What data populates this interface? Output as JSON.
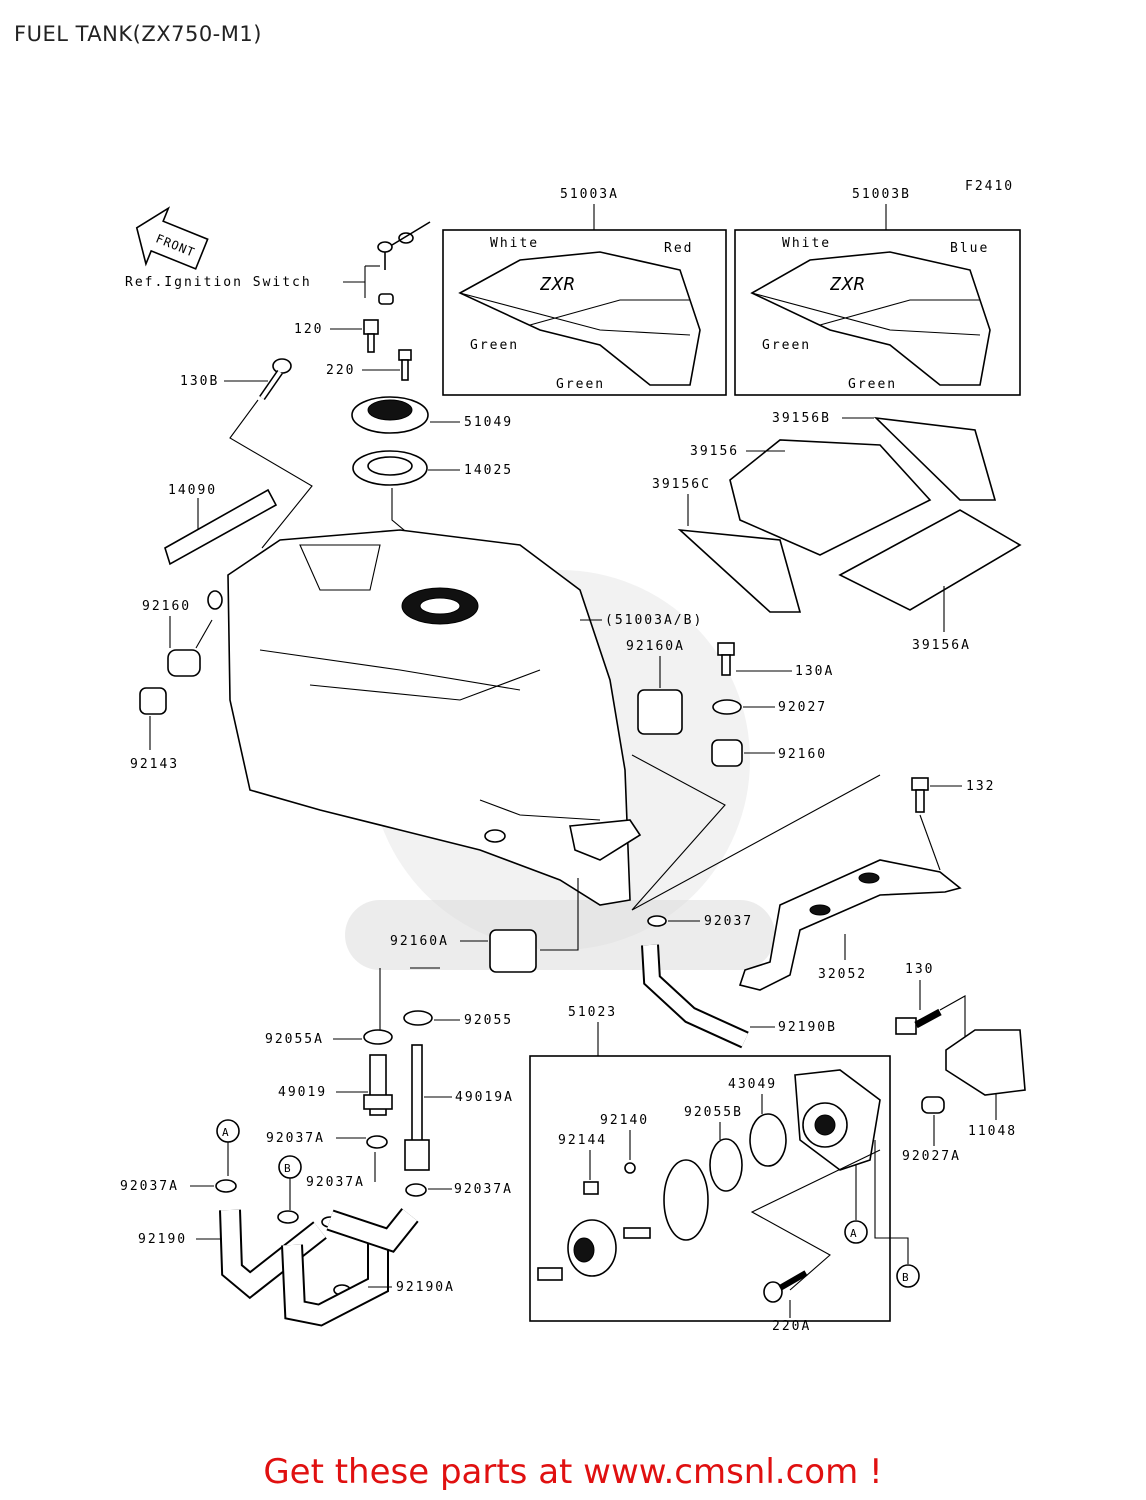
{
  "page": {
    "title": "FUEL TANK(ZX750-M1)"
  },
  "figure_code": "F2410",
  "front_arrow": "FRONT",
  "ref_note": "Ref.Ignition Switch",
  "decal_panels": [
    {
      "part": "51003A",
      "labels": {
        "top_left": "White",
        "top_right": "Red",
        "left": "Green",
        "bottom": "Green"
      },
      "logo": "ZXR"
    },
    {
      "part": "51003B",
      "labels": {
        "top_left": "White",
        "top_right": "Blue",
        "left": "Green",
        "bottom": "Green"
      },
      "logo": "ZXR"
    }
  ],
  "parts": {
    "p120": "120",
    "p220": "220",
    "p130B": "130B",
    "p51049": "51049",
    "p14025": "14025",
    "p14090": "14090",
    "p39156B": "39156B",
    "p39156": "39156",
    "p39156C": "39156C",
    "p39156A": "39156A",
    "p92160_left": "92160",
    "p92143": "92143",
    "p51003AB": "(51003A/B)",
    "p92160A_top": "92160A",
    "p130A": "130A",
    "p92027": "92027",
    "p92160_right": "92160",
    "p132": "132",
    "p92037": "92037",
    "p32052": "32052",
    "p92160A_bottom": "92160A",
    "p130": "130",
    "p51023": "51023",
    "p92055": "92055",
    "p92055A": "92055A",
    "p92190B": "92190B",
    "p49019": "49019",
    "p49019A": "49019A",
    "p43049": "43049",
    "p92140": "92140",
    "p92055B": "92055B",
    "p92144": "92144",
    "p11048": "11048",
    "p92027A": "92027A",
    "p92037A_1": "92037A",
    "p92037A_2": "92037A",
    "p92037A_3": "92037A",
    "p92037A_4": "92037A",
    "p92190": "92190",
    "p92190A": "92190A",
    "p220A": "220A"
  },
  "markers": {
    "a": "A",
    "b": "B"
  },
  "footer": {
    "text": "Get these parts at www.cmsnl.com !",
    "color": "#e01010"
  }
}
